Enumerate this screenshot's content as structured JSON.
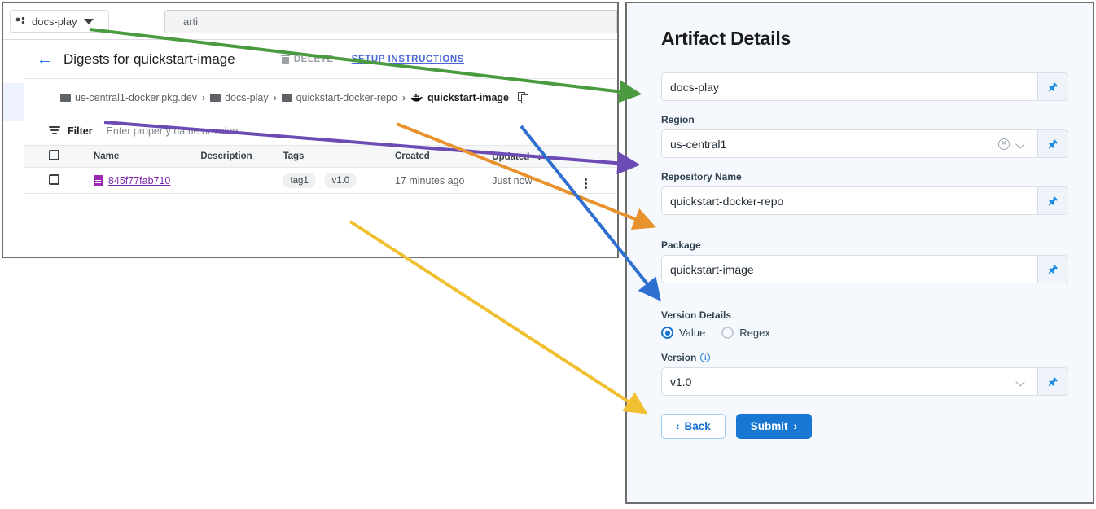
{
  "console": {
    "topbar": {
      "project_selector": "docs-play",
      "project_icon": "project-dots-icon",
      "search_value": "arti"
    },
    "header": {
      "back_icon": "back-arrow-icon",
      "title": "Digests for quickstart-image",
      "delete_label": "DELETE",
      "setup_label": "SETUP INSTRUCTIONS"
    },
    "breadcrumb": [
      {
        "label": "us-central1-docker.pkg.dev",
        "icon": "folder-icon"
      },
      {
        "label": "docs-play",
        "icon": "folder-icon"
      },
      {
        "label": "quickstart-docker-repo",
        "icon": "folder-icon"
      },
      {
        "label": "quickstart-image",
        "icon": "docker-whale-icon"
      }
    ],
    "breadcrumb_separator": "›",
    "copy_icon": "copy-icon",
    "filter": {
      "icon": "filter-icon",
      "label": "Filter",
      "placeholder": "Enter property name or value"
    },
    "table": {
      "columns": [
        "Name",
        "Description",
        "Tags",
        "Created",
        "Updated"
      ],
      "sort_column": "Updated",
      "sort_icon": "↓",
      "rows": [
        {
          "name": "845f77fab710",
          "name_icon": "container-image-icon",
          "description": "",
          "tags": [
            "tag1",
            "v1.0"
          ],
          "created": "17 minutes ago",
          "updated": "Just now",
          "menu_icon": "kebab-menu-icon"
        }
      ]
    }
  },
  "form": {
    "title": "Artifact Details",
    "fields": [
      {
        "label": "",
        "value": "docs-play",
        "name": "project",
        "has_clear": false,
        "has_chevron": false,
        "pin_icon": "pin-icon"
      },
      {
        "label": "Region",
        "value": "us-central1",
        "name": "region",
        "has_clear": true,
        "has_chevron": true,
        "pin_icon": "pin-icon"
      },
      {
        "label": "Repository Name",
        "value": "quickstart-docker-repo",
        "name": "repository-name",
        "has_clear": false,
        "has_chevron": false,
        "pin_icon": "pin-icon"
      },
      {
        "label": "Package",
        "value": "quickstart-image",
        "name": "package",
        "has_clear": false,
        "has_chevron": false,
        "pin_icon": "pin-icon"
      }
    ],
    "version_details": {
      "label": "Version Details",
      "options": [
        {
          "label": "Value",
          "selected": true
        },
        {
          "label": "Regex",
          "selected": false
        }
      ]
    },
    "version": {
      "label": "Version",
      "info_icon": "info-icon",
      "value": "v1.0",
      "has_chevron": true,
      "pin_icon": "pin-icon"
    },
    "buttons": {
      "back": "Back",
      "back_icon": "‹",
      "submit": "Submit",
      "submit_icon": "›"
    }
  },
  "annotations": {
    "arrows": [
      {
        "name": "arrow-project-to-field",
        "color": "#4a9a3f"
      },
      {
        "name": "arrow-host-to-region",
        "color": "#6d4bb5"
      },
      {
        "name": "arrow-repo-to-repository",
        "color": "#e8922e"
      },
      {
        "name": "arrow-image-to-package",
        "color": "#2f6fd0"
      },
      {
        "name": "arrow-tag-to-version",
        "color": "#f0c030"
      }
    ]
  }
}
